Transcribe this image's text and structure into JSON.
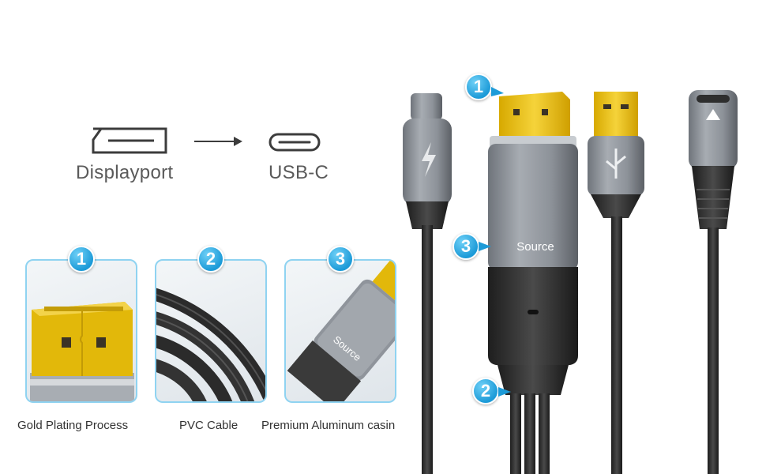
{
  "conversion": {
    "from_label": "Displayport",
    "to_label": "USB-C",
    "icons": {
      "from": "displayport-outline-icon",
      "arrow": "arrow-right-icon",
      "to": "usb-c-outline-icon"
    }
  },
  "features": [
    {
      "number": "1",
      "caption": "Gold Plating Process"
    },
    {
      "number": "2",
      "caption": "PVC Cable"
    },
    {
      "number": "3",
      "caption": "Premium Aluminum casin"
    }
  ],
  "product": {
    "housing_label": "Source",
    "callouts": [
      "1",
      "3",
      "2"
    ]
  },
  "colors": {
    "accent": "#1d9bd8",
    "panel_border": "#8fd3f1",
    "gold": "#e2b80a",
    "cable": "#2b2b2b",
    "aluminum": "#8a8f96"
  }
}
